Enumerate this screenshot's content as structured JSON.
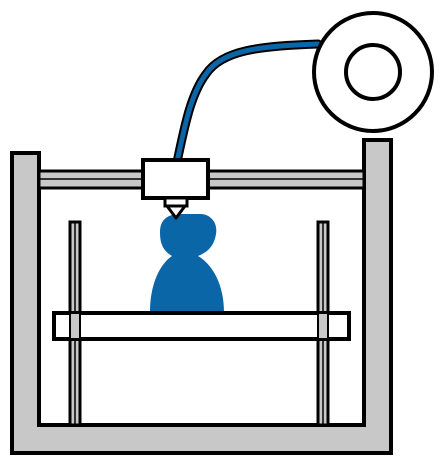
{
  "illustration": {
    "subject": "3d-printer",
    "colors": {
      "outline": "#000000",
      "frame_fill": "#c8c8c8",
      "rail_fill": "#c8c8c8",
      "white": "#ffffff",
      "filament": "#0b66a8",
      "print_object": "#0b66a8"
    },
    "parts": [
      "frame",
      "top-rail",
      "print-head",
      "nozzle",
      "filament",
      "filament-spool",
      "guide-rods",
      "build-plate",
      "printed-object"
    ]
  }
}
